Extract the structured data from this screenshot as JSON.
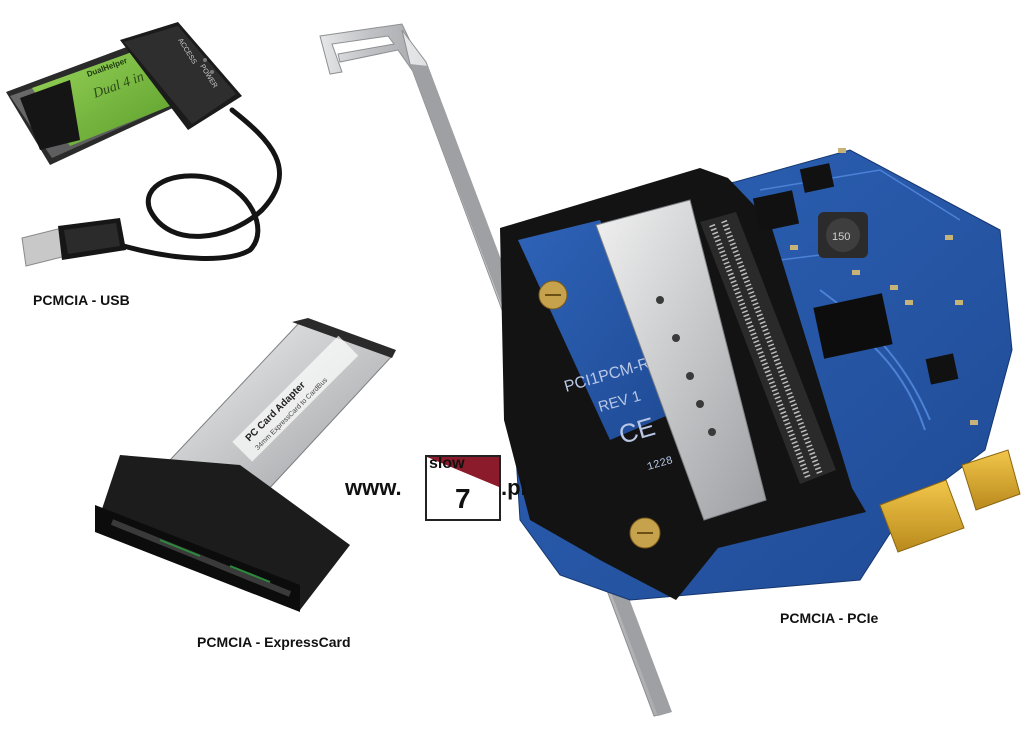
{
  "captions": {
    "usb": "PCMCIA - USB",
    "expresscard": "PCMCIA - ExpressCard",
    "pcie": "PCMCIA - PCIe"
  },
  "watermark": {
    "prefix": "www.",
    "box_top": "slow",
    "box_digit": "7",
    "suffix": ".pl",
    "accent_color": "#8b1a2b"
  },
  "usb_adapter": {
    "leds": [
      "ACCESS",
      "POWER"
    ],
    "card_text": "Dual 4 in 1",
    "brand_text": "DualHelper"
  },
  "expresscard_adapter": {
    "label_line1": "PC Card Adapter",
    "label_line2": "34mm ExpressCard to CardBus"
  },
  "pcie_board": {
    "model_text": "PCI1PCM-R",
    "rev_text": "REV 1",
    "ce_mark": "CE",
    "code_text": "1228",
    "inductor_text": "150"
  },
  "colors": {
    "pcb": "#2757a8",
    "bracket": "#c9cbce",
    "gold": "#d8a62a",
    "card_green": "#7fc241"
  }
}
